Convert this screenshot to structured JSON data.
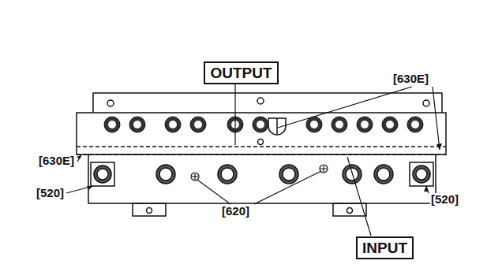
{
  "diagram": {
    "nodes": [
      {
        "text": [
          "OUTPUT"
        ]
      },
      {
        "text": [
          "INPUT"
        ]
      }
    ],
    "labels": [
      "[630E]",
      "[630E]",
      "[520]",
      "[620]",
      "[520]"
    ]
  }
}
